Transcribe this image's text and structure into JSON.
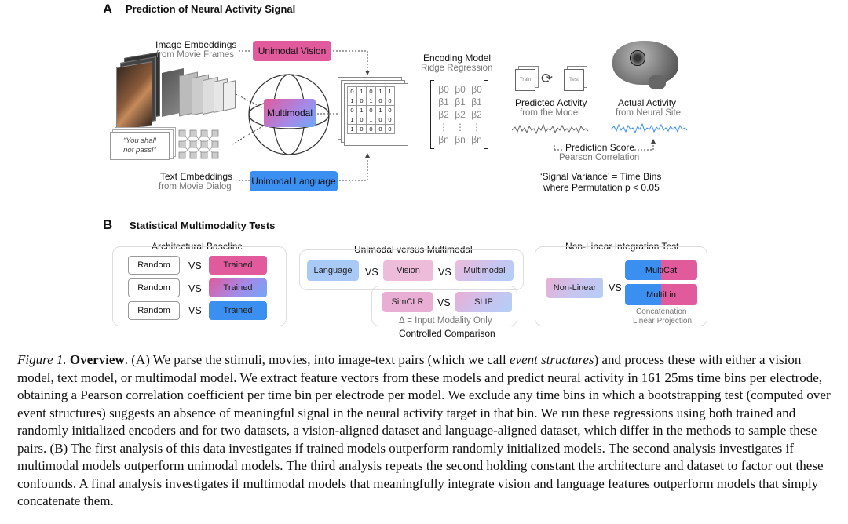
{
  "panel_a": {
    "letter": "A",
    "title": "Prediction of Neural Activity Signal",
    "image_embeddings": "Image Embeddings",
    "from_movie_frames": "from Movie Frames",
    "text_embeddings": "Text Embeddings",
    "from_movie_dialog": "from Movie Dialog",
    "quote_line1": "“You shall",
    "quote_line2": "not pass!”",
    "unimodal_vision": "Unimodal Vision",
    "multimodal": "Multimodal",
    "unimodal_language": "Unimodal Language",
    "matrix_rows": [
      [
        "0",
        "1",
        "0",
        "1",
        "1"
      ],
      [
        "1",
        "0",
        "1",
        "0",
        "0"
      ],
      [
        "0",
        "1",
        "0",
        "1",
        "0"
      ],
      [
        "1",
        "0",
        "1",
        "0",
        "0"
      ],
      [
        "1",
        "0",
        "0",
        "0",
        "0"
      ]
    ],
    "encoding_model": "Encoding Model",
    "ridge_regression": "Ridge Regression",
    "beta_rows": [
      [
        "β0",
        "β0",
        "β0"
      ],
      [
        "β1",
        "β1",
        "β1"
      ],
      [
        "β2",
        "β2",
        "β2"
      ],
      [
        "⋮",
        "⋮",
        "⋮"
      ],
      [
        "βn",
        "βn",
        "βn"
      ]
    ],
    "train": "Train",
    "test": "Test",
    "predicted_activity": "Predicted Activity",
    "from_the_model": "from the Model",
    "actual_activity": "Actual Activity",
    "from_neural_site": "from Neural Site",
    "prediction_score": "Prediction Score",
    "pearson_correlation": "Pearson Correlation",
    "signal_variance": "‘Signal Variance’ = Time Bins",
    "where_permutation": "where Permutation p < 0.05"
  },
  "panel_b": {
    "letter": "B",
    "title": "Statistical Multimodality Tests",
    "arch_baseline": {
      "title": "Architectural Baseline",
      "rows": [
        {
          "left": "Random",
          "vs": "VS",
          "right": "Trained"
        },
        {
          "left": "Random",
          "vs": "VS",
          "right": "Trained"
        },
        {
          "left": "Random",
          "vs": "VS",
          "right": "Trained"
        }
      ]
    },
    "unimodal_vs_multimodal": {
      "title": "Unimodal versus Multimodal",
      "language": "Language",
      "vs1": "VS",
      "vision": "Vision",
      "vs2": "VS",
      "multimodal": "Multimodal",
      "simclr": "SimCLR",
      "vs3": "VS",
      "slip": "SLIP",
      "delta_note": "Δ = Input Modality Only",
      "controlled": "Controlled Comparison"
    },
    "nonlinear": {
      "title": "Non-Linear Integration Test",
      "nonlinear": "Non-Linear",
      "vs": "VS",
      "multicat": "MultiCat",
      "multilin": "MultiLin",
      "concat": "Concatenation",
      "linproj": "Linear Projection"
    }
  },
  "caption": {
    "figure_label": "Figure 1.",
    "bold": "Overview",
    "part1": ". (A) We parse the stimuli, movies, into image-text pairs (which we call ",
    "italic": "event structures",
    "part2": ") and process these with either a vision model, text model, or multimodal model. We extract feature vectors from these models and predict neural activity in 161 25ms time bins per electrode, obtaining a Pearson correlation coefficient per time bin per electrode per model. We exclude any time bins in which a bootstrapping test (computed over event structures) suggests an absence of meaningful signal in the neural activity target in that bin. We run these regressions using both trained and randomly initialized encoders and for two datasets, a vision-aligned dataset and language-aligned dataset, which differ in the methods to sample these pairs. (B) The first analysis of this data investigates if trained models outperform randomly initialized models. The second analysis investigates if multimodal models outperform unimodal models. The third analysis repeats the second holding constant the architecture and dataset to factor out these confounds. A final analysis investigates if multimodal models that meaningfully integrate vision and language features outperform models that simply concatenate them."
  },
  "colors": {
    "pink": "#e05a9c",
    "blue": "#3b8ff0",
    "lavender": "#b6b0e6",
    "light_pink": "#e9aed3"
  }
}
